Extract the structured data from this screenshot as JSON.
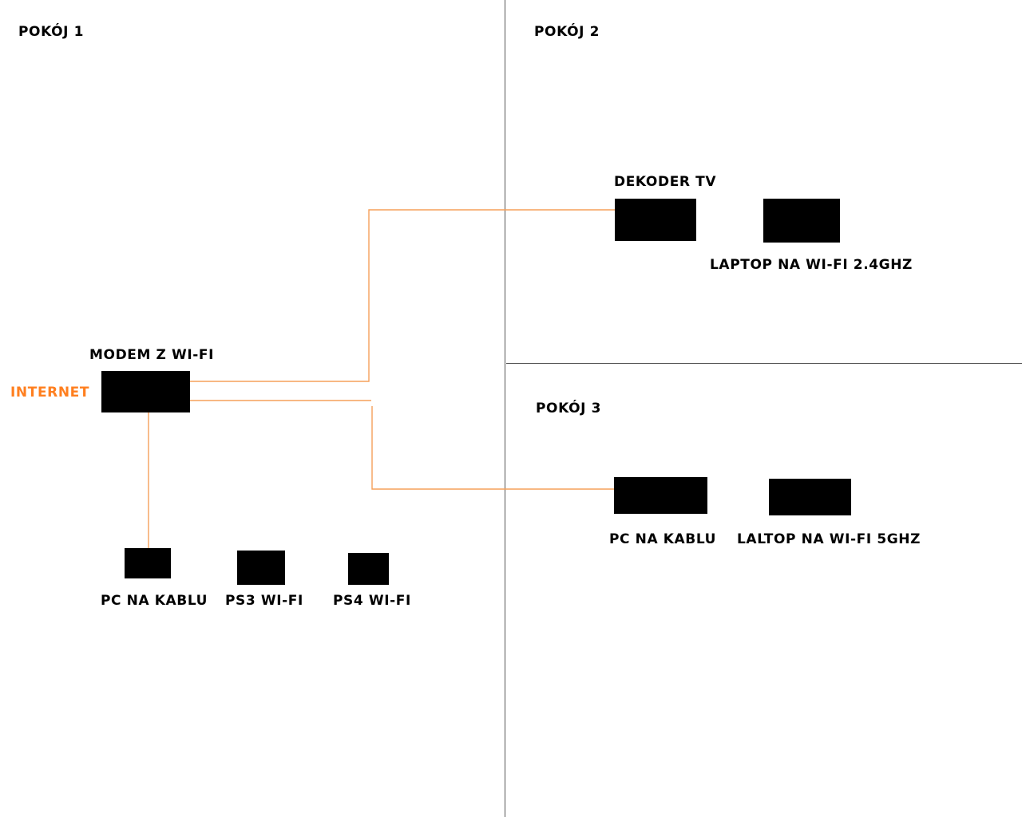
{
  "rooms": {
    "room1": "POKÓJ 1",
    "room2": "POKÓJ 2",
    "room3": "POKÓJ 3"
  },
  "internet_label": "INTERNET",
  "devices": {
    "modem": "MODEM Z WI-FI",
    "room1_pc": "PC NA KABLU",
    "ps3": "PS3 WI-FI",
    "ps4": "PS4 WI-FI",
    "decoder": "DEKODER TV",
    "laptop_24": "LAPTOP NA WI-FI 2.4GHZ",
    "room3_pc": "PC NA KABLU",
    "laptop_5": "LALTOP NA WI-FI 5GHZ"
  },
  "colors": {
    "cable": "#f5a05a",
    "accent": "#ff7f1f",
    "divider": "#555555",
    "device": "#000000"
  }
}
